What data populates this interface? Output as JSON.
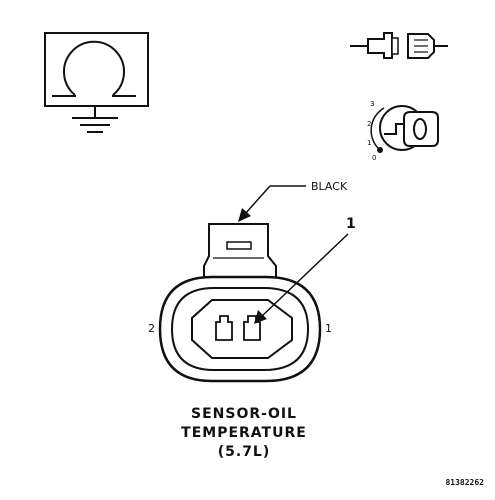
{
  "connector": {
    "wire_color_label": "BLACK",
    "callout_number": "1",
    "pin_left_label": "2",
    "pin_right_label": "1"
  },
  "caption": {
    "line1": "SENSOR-OIL",
    "line2": "TEMPERATURE",
    "line3": "(5.7L)"
  },
  "ignition_positions": [
    "0",
    "1",
    "2",
    "3"
  ],
  "figure_id": "81382262",
  "icons": [
    "ohmmeter-icon",
    "ground-symbol-icon",
    "disconnected-connector-icon",
    "ignition-key-off-icon"
  ]
}
